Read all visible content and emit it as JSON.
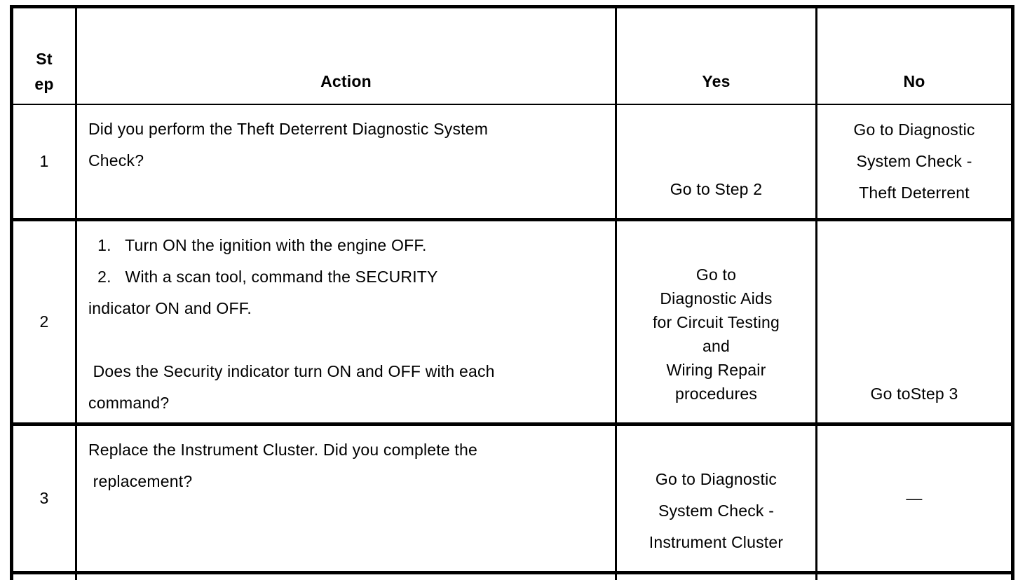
{
  "colors": {
    "border": "#000000",
    "text": "#000000",
    "background": "#ffffff"
  },
  "table": {
    "header": {
      "step_lines": [
        "St",
        "ep"
      ],
      "action": "Action",
      "yes": "Yes",
      "no": "No"
    },
    "rows": [
      {
        "step": "1",
        "action_lines": [
          "Did you perform the Theft Deterrent Diagnostic System",
          "Check?"
        ],
        "yes_lines": [
          "Go to Step 2"
        ],
        "no_lines": [
          "Go to Diagnostic",
          "System Check -",
          "Theft Deterrent"
        ]
      },
      {
        "step": "2",
        "action_lines": [
          "  1.   Turn ON the ignition with the engine OFF.",
          "  2.   With a scan tool, command the SECURITY",
          "indicator ON and OFF.",
          "",
          " Does the Security indicator turn ON and OFF with each",
          "command?"
        ],
        "yes_lines": [
          "Go to",
          "Diagnostic Aids",
          "for Circuit Testing",
          "and",
          "Wiring Repair",
          "procedures"
        ],
        "no_lines": [
          "Go toStep 3"
        ]
      },
      {
        "step": "3",
        "action_lines": [
          "Replace the Instrument Cluster. Did you complete the",
          " replacement?"
        ],
        "yes_lines": [
          "Go to Diagnostic",
          "System Check -",
          "Instrument Cluster"
        ],
        "no_lines": [
          "—"
        ]
      }
    ]
  }
}
